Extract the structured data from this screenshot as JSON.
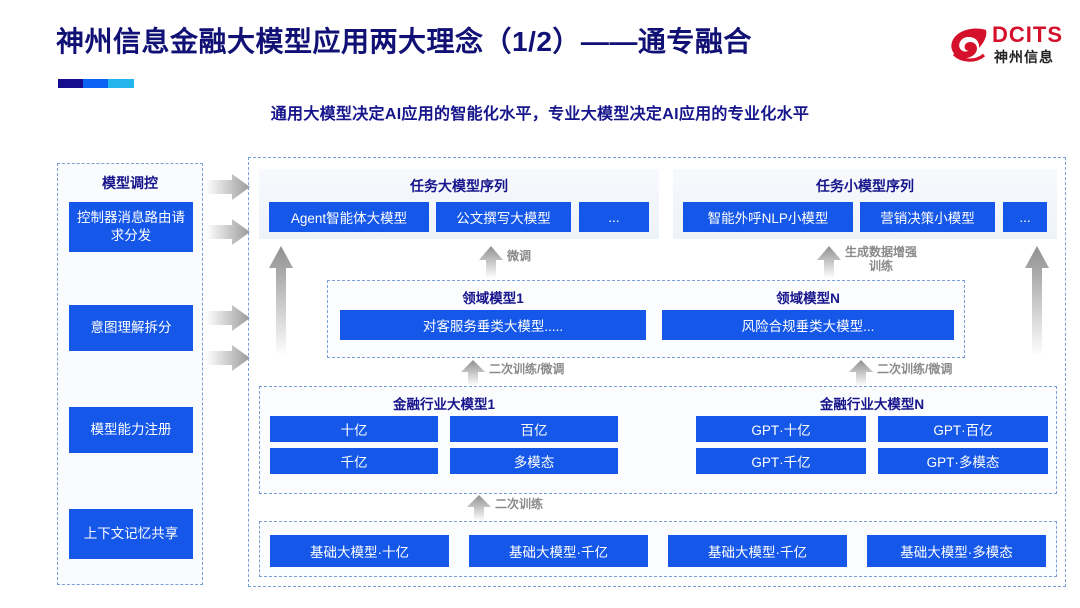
{
  "header": {
    "title": "神州信息金融大模型应用两大理念（1/2）——通专融合",
    "subtitle": "通用大模型决定AI应用的智能化水平，专业大模型决定AI应用的专业化水平",
    "logo_en": "DCITS",
    "logo_cn": "神州信息",
    "accent_navy": "#16158c",
    "accent_blue": "#1557e8",
    "accent_red": "#d4102a"
  },
  "sidebar": {
    "title": "模型调控",
    "items": [
      {
        "label": "控制器消息路由请求分发"
      },
      {
        "label": "意图理解拆分"
      },
      {
        "label": "模型能力注册"
      },
      {
        "label": "上下文记忆共享"
      }
    ]
  },
  "task_panels": [
    {
      "title": "任务大模型序列",
      "chips": [
        "Agent智能体大模型",
        "公文撰写大模型",
        "..."
      ]
    },
    {
      "title": "任务小模型序列",
      "chips": [
        "智能外呼NLP小模型",
        "营销决策小模型",
        "..."
      ]
    }
  ],
  "domain_models": [
    {
      "title": "领域模型1",
      "chip": "对客服务垂类大模型....."
    },
    {
      "title": "领域模型N",
      "chip": "风险合规垂类大模型..."
    }
  ],
  "industry_models": [
    {
      "title": "金融行业大模型1",
      "cells": [
        "十亿",
        "百亿",
        "千亿",
        "多模态"
      ]
    },
    {
      "title": "金融行业大模型N",
      "cells": [
        "GPT·十亿",
        "GPT·百亿",
        "GPT·千亿",
        "GPT·多模态"
      ]
    }
  ],
  "base_models": [
    "基础大模型·十亿",
    "基础大模型·千亿",
    "基础大模型·千亿",
    "基础大模型·多模态"
  ],
  "arrow_labels": {
    "fine_tune": "微调",
    "data_augment": "生成数据增强\n训练",
    "retrain_left": "二次训练/微调",
    "retrain_right": "二次训练/微调",
    "retrain_base": "二次训练"
  }
}
